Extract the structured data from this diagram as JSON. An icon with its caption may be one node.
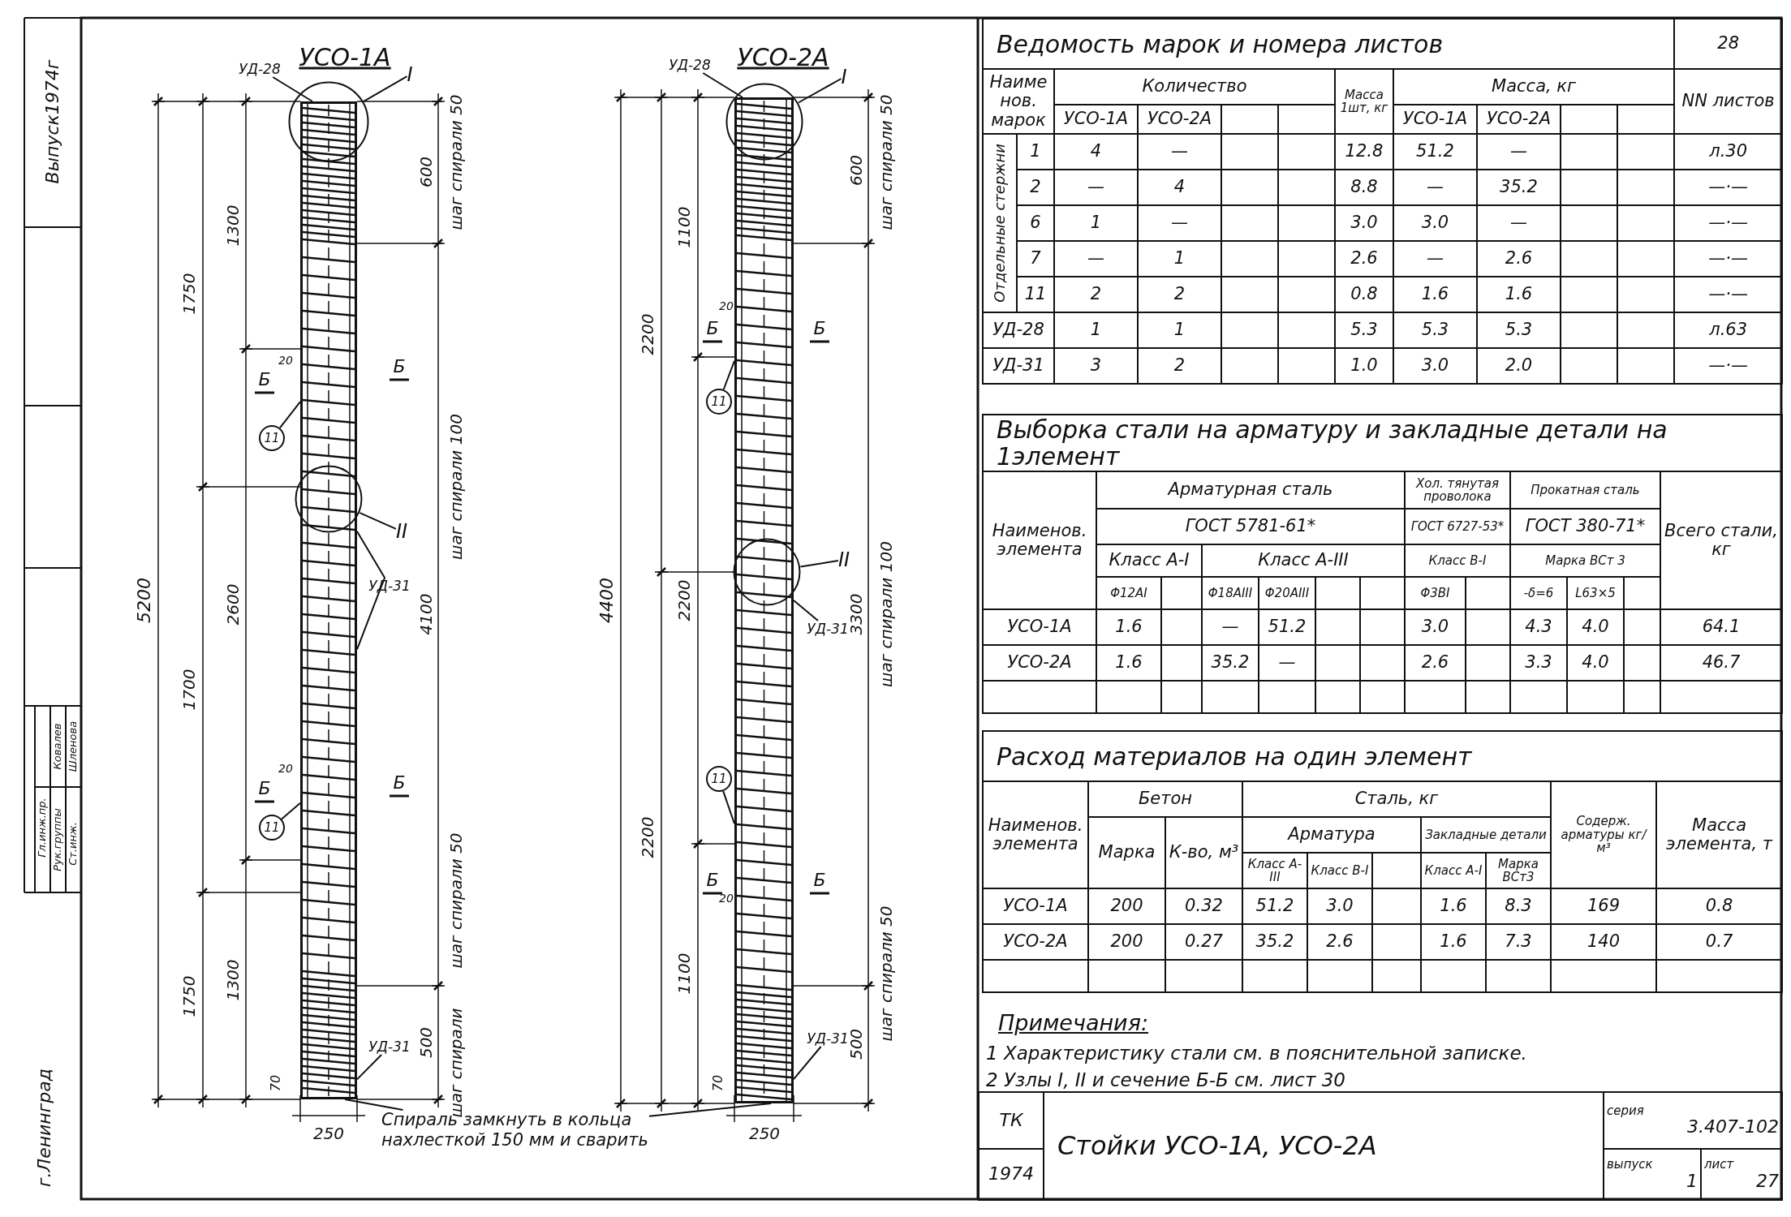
{
  "diagram": {
    "nodes": [
      {
        "text": [],
        "shape": "bar"
      },
      {
        "text": [],
        "shape": "circle"
      },
      {
        "text": [],
        "shape": "circle"
      },
      {
        "text": [],
        "shape": "bar"
      },
      {
        "text": [],
        "shape": "circle"
      },
      {
        "text": [],
        "shape": "circle"
      },
      {
        "text": [
          "УД-28"
        ]
      },
      {
        "text": [
          "I"
        ]
      },
      {
        "text": [
          "II"
        ]
      },
      {
        "text": [
          "УД-31"
        ]
      },
      {
        "text": [
          "11"
        ]
      },
      {
        "text": [
          "11"
        ]
      },
      {
        "text": [
          "УД-31"
        ]
      },
      {
        "text": [
          "Спираль замкнуть в кольца нахлесткой 150 мм и сварить"
        ]
      },
      {
        "text": [
          "УД-28"
        ]
      },
      {
        "text": [
          "I"
        ]
      },
      {
        "text": [
          "11"
        ]
      },
      {
        "text": [
          "II"
        ]
      },
      {
        "text": [
          "УД-31"
        ]
      },
      {
        "text": [
          "11"
        ]
      },
      {
        "text": [
          "УД-31"
        ]
      }
    ],
    "edges": [
      {
        "from": 6,
        "to": 0,
        "arrow": "none"
      },
      {
        "from": 7,
        "to": 1,
        "arrow": "none"
      },
      {
        "from": 8,
        "to": 2,
        "arrow": "none"
      },
      {
        "from": 9,
        "to": 0,
        "arrow": "none"
      },
      {
        "from": 10,
        "to": 0,
        "arrow": "none"
      },
      {
        "from": 11,
        "to": 0,
        "arrow": "none"
      },
      {
        "from": 12,
        "to": 0,
        "arrow": "none"
      },
      {
        "from": 13,
        "to": 0,
        "arrow": "none"
      },
      {
        "from": 13,
        "to": 3,
        "arrow": "none"
      },
      {
        "from": 14,
        "to": 3,
        "arrow": "none"
      },
      {
        "from": 15,
        "to": 4,
        "arrow": "none"
      },
      {
        "from": 16,
        "to": 3,
        "arrow": "none"
      },
      {
        "from": 17,
        "to": 5,
        "arrow": "none"
      },
      {
        "from": 18,
        "to": 3,
        "arrow": "none"
      },
      {
        "from": 19,
        "to": 3,
        "arrow": "none"
      },
      {
        "from": 20,
        "to": 3,
        "arrow": "none"
      }
    ],
    "labels": [
      "УСО-1А",
      "шаг спирали 50",
      "600",
      "1300",
      "1750",
      "Б",
      "20",
      "Б",
      "шаг спирали 100",
      "5200",
      "1700",
      "2600",
      "4100",
      "Б",
      "20",
      "Б",
      "1750",
      "1300",
      "шаг спирали 50",
      "500",
      "шаг спирали",
      "70",
      "250",
      "УСО-2А",
      "шаг спирали 50",
      "600",
      "1100",
      "2200",
      "Б",
      "20",
      "Б",
      "4400",
      "2200",
      "3300",
      "шаг спирали 100",
      "Б",
      "20",
      "Б",
      "2200",
      "1100",
      "шаг спирали 50",
      "500",
      "70",
      "250",
      "Выпуск1974г",
      "Гл.инж.пр.",
      "Рук.группы",
      "Ст.инж.",
      "Ковалев",
      "Шленова",
      "г.Ленинград",
      "Ведомость марок и номера листов",
      "28",
      "Наименов. марок",
      "Количество",
      "Масса 1шт, кг",
      "Масса, кг",
      "NN листов",
      "УСО-1А",
      "УСО-2А",
      "УСО-1А",
      "УСО-2А",
      "Отдельные стержни",
      "1",
      "4",
      "—",
      "12.8",
      "51.2",
      "—",
      "л.30",
      "2",
      "—",
      "4",
      "8.8",
      "—",
      "35.2",
      "—·—",
      "6",
      "1",
      "—",
      "3.0",
      "3.0",
      "—",
      "—·—",
      "7",
      "—",
      "1",
      "2.6",
      "—",
      "2.6",
      "—·—",
      "11",
      "2",
      "2",
      "0.8",
      "1.6",
      "1.6",
      "—·—",
      "УД-28",
      "1",
      "1",
      "5.3",
      "5.3",
      "5.3",
      "л.63",
      "УД-31",
      "3",
      "2",
      "1.0",
      "3.0",
      "2.0",
      "—·—",
      "Выборка стали на арматуру и закладные детали на 1элемент",
      "Наименов. элемента",
      "Арматурная сталь",
      "Хол. тянутая проволока",
      "Прокатная сталь",
      "Всего стали, кг",
      "ГОСТ 5781-61*",
      "ГОСТ 6727-53*",
      "ГОСТ 380-71*",
      "Класс А-I",
      "Класс А-III",
      "Класс В-I",
      "Марка ВСт 3",
      "Φ12АI",
      "Φ18АIII",
      "Φ20АIII",
      "Φ3ВI",
      "-δ=6",
      "L63×5",
      "УСО-1А",
      "1.6",
      "—",
      "51.2",
      "3.0",
      "4.3",
      "4.0",
      "64.1",
      "УСО-2А",
      "1.6",
      "35.2",
      "—",
      "2.6",
      "3.3",
      "4.0",
      "46.7",
      "Расход материалов на один элемент",
      "Наименов. элемента",
      "Бетон",
      "Сталь, кг",
      "Содерж. арматуры кг/м³",
      "Масса элемента, т",
      "Марка",
      "К-во, м³",
      "Арматура",
      "Закладные детали",
      "Класс А-III",
      "Класс В-I",
      "Класс А-I",
      "Марка ВСт3",
      "УСО-1А",
      "200",
      "0.32",
      "51.2",
      "3.0",
      "1.6",
      "8.3",
      "169",
      "0.8",
      "УСО-2А",
      "200",
      "0.27",
      "35.2",
      "2.6",
      "1.6",
      "7.3",
      "140",
      "0.7",
      "Примечания:",
      "1 Характеристику стали см. в пояснительной записке.",
      "2 Узлы I, II и сечение Б-Б см. лист 30",
      "ТК",
      "Стойки УСО-1А, УСО-2А",
      "серия",
      "3.407-102",
      "1974",
      "выпуск",
      "1",
      "лист",
      "27"
    ]
  }
}
